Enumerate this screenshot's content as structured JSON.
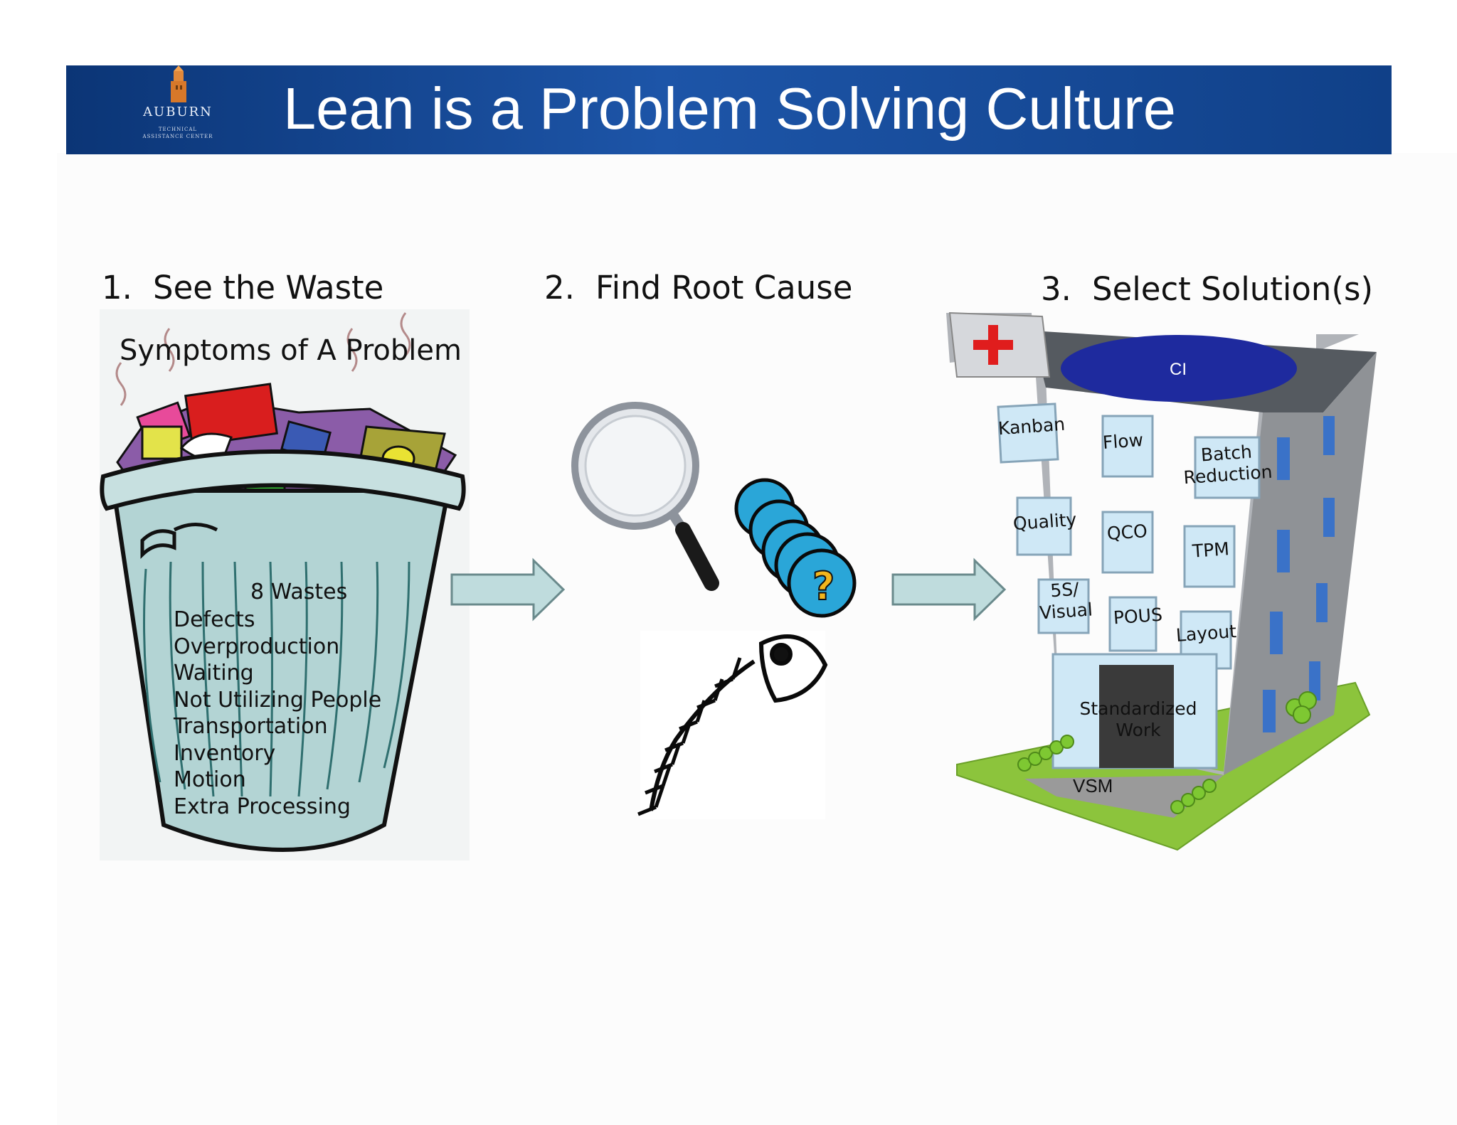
{
  "header": {
    "title": "Lean is a Problem Solving Culture",
    "logo": {
      "name": "AUBURN",
      "line1": "TECHNICAL",
      "line2": "ASSISTANCE CENTER"
    }
  },
  "steps": [
    {
      "number": "1.",
      "label": "See the Waste"
    },
    {
      "number": "2.",
      "label": "Find Root Cause"
    },
    {
      "number": "3.",
      "label": "Select Solution(s)"
    }
  ],
  "waste_panel": {
    "heading": "Symptoms of A Problem",
    "list_title": "8 Wastes",
    "items": [
      "Defects",
      "Overproduction",
      "Waiting",
      "Not Utilizing People",
      "Transportation",
      "Inventory",
      "Motion",
      "Extra Processing"
    ]
  },
  "building": {
    "roof": "CI",
    "windows": [
      "Kanban",
      "Flow",
      "Batch Reduction",
      "Quality",
      "QCO",
      "TPM",
      "5S/ Visual",
      "POUS",
      "Layout"
    ],
    "door": "Standardized Work",
    "ground": "VSM"
  },
  "colors": {
    "banner": "#1d55a8",
    "arrow": "#bfdcdd",
    "roof_oval": "#1e2a9e",
    "building": "#a8abb0",
    "lawn": "#8cc43c"
  }
}
